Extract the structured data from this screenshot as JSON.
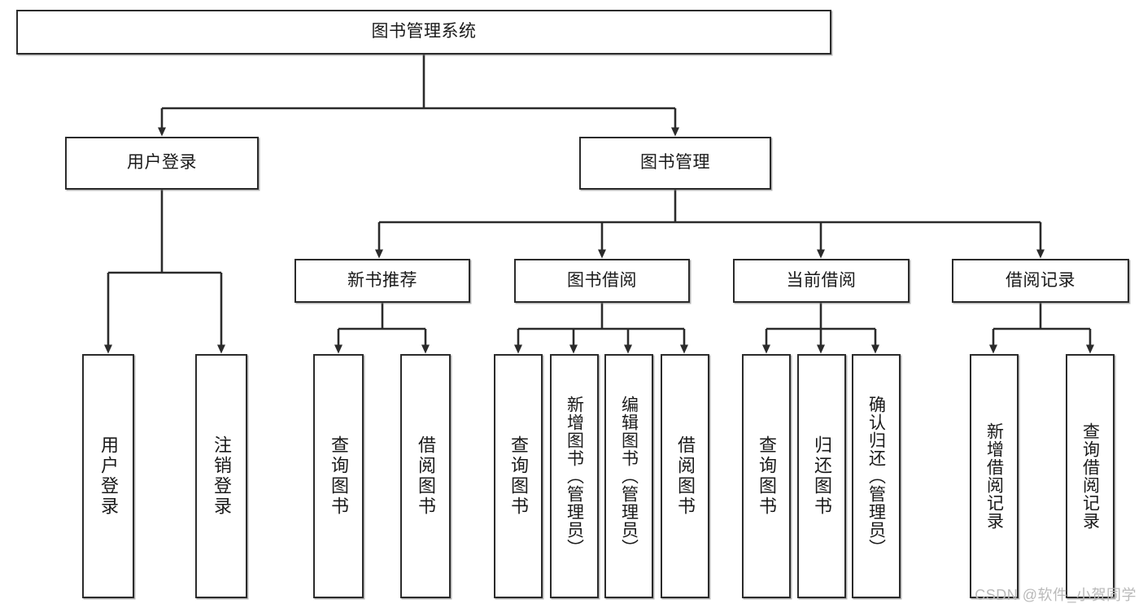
{
  "diagram": {
    "type": "tree-hierarchy",
    "title": "图书管理系统",
    "orientation": "top-down",
    "colors": {
      "box_border": "#2b2b2b",
      "box_fill": "#ffffff",
      "connector": "#2b2b2b",
      "watermark": "#b9b9b9",
      "background": "#ffffff"
    },
    "root": {
      "label": "图书管理系统",
      "level": 0
    },
    "level1": [
      {
        "label": "用户登录",
        "level": 1
      },
      {
        "label": "图书管理",
        "level": 1
      }
    ],
    "level2": [
      {
        "label": "新书推荐",
        "parent": "图书管理",
        "level": 2
      },
      {
        "label": "图书借阅",
        "parent": "图书管理",
        "level": 2
      },
      {
        "label": "当前借阅",
        "parent": "图书管理",
        "level": 2
      },
      {
        "label": "借阅记录",
        "parent": "图书管理",
        "level": 2
      }
    ],
    "leaves": [
      {
        "label": "用户登录",
        "parent": "用户登录",
        "group": "user-login"
      },
      {
        "label": "注销登录",
        "parent": "用户登录",
        "group": "user-login"
      },
      {
        "label": "查询图书",
        "parent": "新书推荐",
        "group": "new-book"
      },
      {
        "label": "借阅图书",
        "parent": "新书推荐",
        "group": "new-book"
      },
      {
        "label": "查询图书",
        "parent": "图书借阅",
        "group": "book-borrow"
      },
      {
        "label": "新增图书（管理员）",
        "parent": "图书借阅",
        "group": "book-borrow"
      },
      {
        "label": "编辑图书（管理员）",
        "parent": "图书借阅",
        "group": "book-borrow"
      },
      {
        "label": "借阅图书",
        "parent": "图书借阅",
        "group": "book-borrow"
      },
      {
        "label": "查询图书",
        "parent": "当前借阅",
        "group": "current-borrow"
      },
      {
        "label": "归还图书",
        "parent": "当前借阅",
        "group": "current-borrow"
      },
      {
        "label": "确认归还（管理员）",
        "parent": "当前借阅",
        "group": "current-borrow"
      },
      {
        "label": "新增借阅记录",
        "parent": "借阅记录",
        "group": "borrow-record"
      },
      {
        "label": "查询借阅记录",
        "parent": "借阅记录",
        "group": "borrow-record"
      }
    ]
  },
  "watermark": {
    "text": "CSDN @软件_小贺同学"
  }
}
